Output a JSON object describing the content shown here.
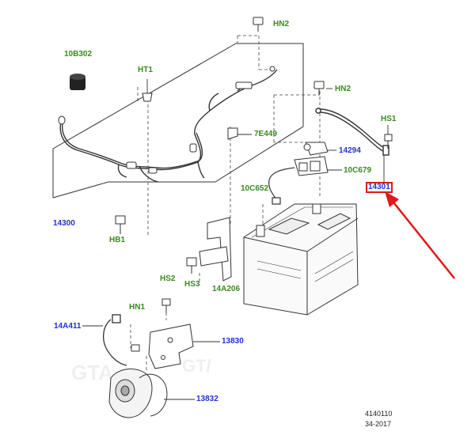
{
  "labels": {
    "p10B302": "10B302",
    "pHT1": "HT1",
    "pHN2a": "HN2",
    "pHN2b": "HN2",
    "pHS1": "HS1",
    "p7E449": "7E449",
    "p14294": "14294",
    "p10C679": "10C679",
    "p10C652": "10C652",
    "p14301": "14301",
    "p14300": "14300",
    "pHB1": "HB1",
    "pHS2": "HS2",
    "pHS3": "HS3",
    "p14A206": "14A206",
    "pHN1": "HN1",
    "p14A411": "14A411",
    "p13830": "13830",
    "p13832": "13832"
  },
  "footer": {
    "code": "4140110",
    "date": "34-2017"
  },
  "colors": {
    "part_green": "#3a8a1c",
    "part_blue": "#2430d0",
    "highlight_red": "#e01818"
  }
}
